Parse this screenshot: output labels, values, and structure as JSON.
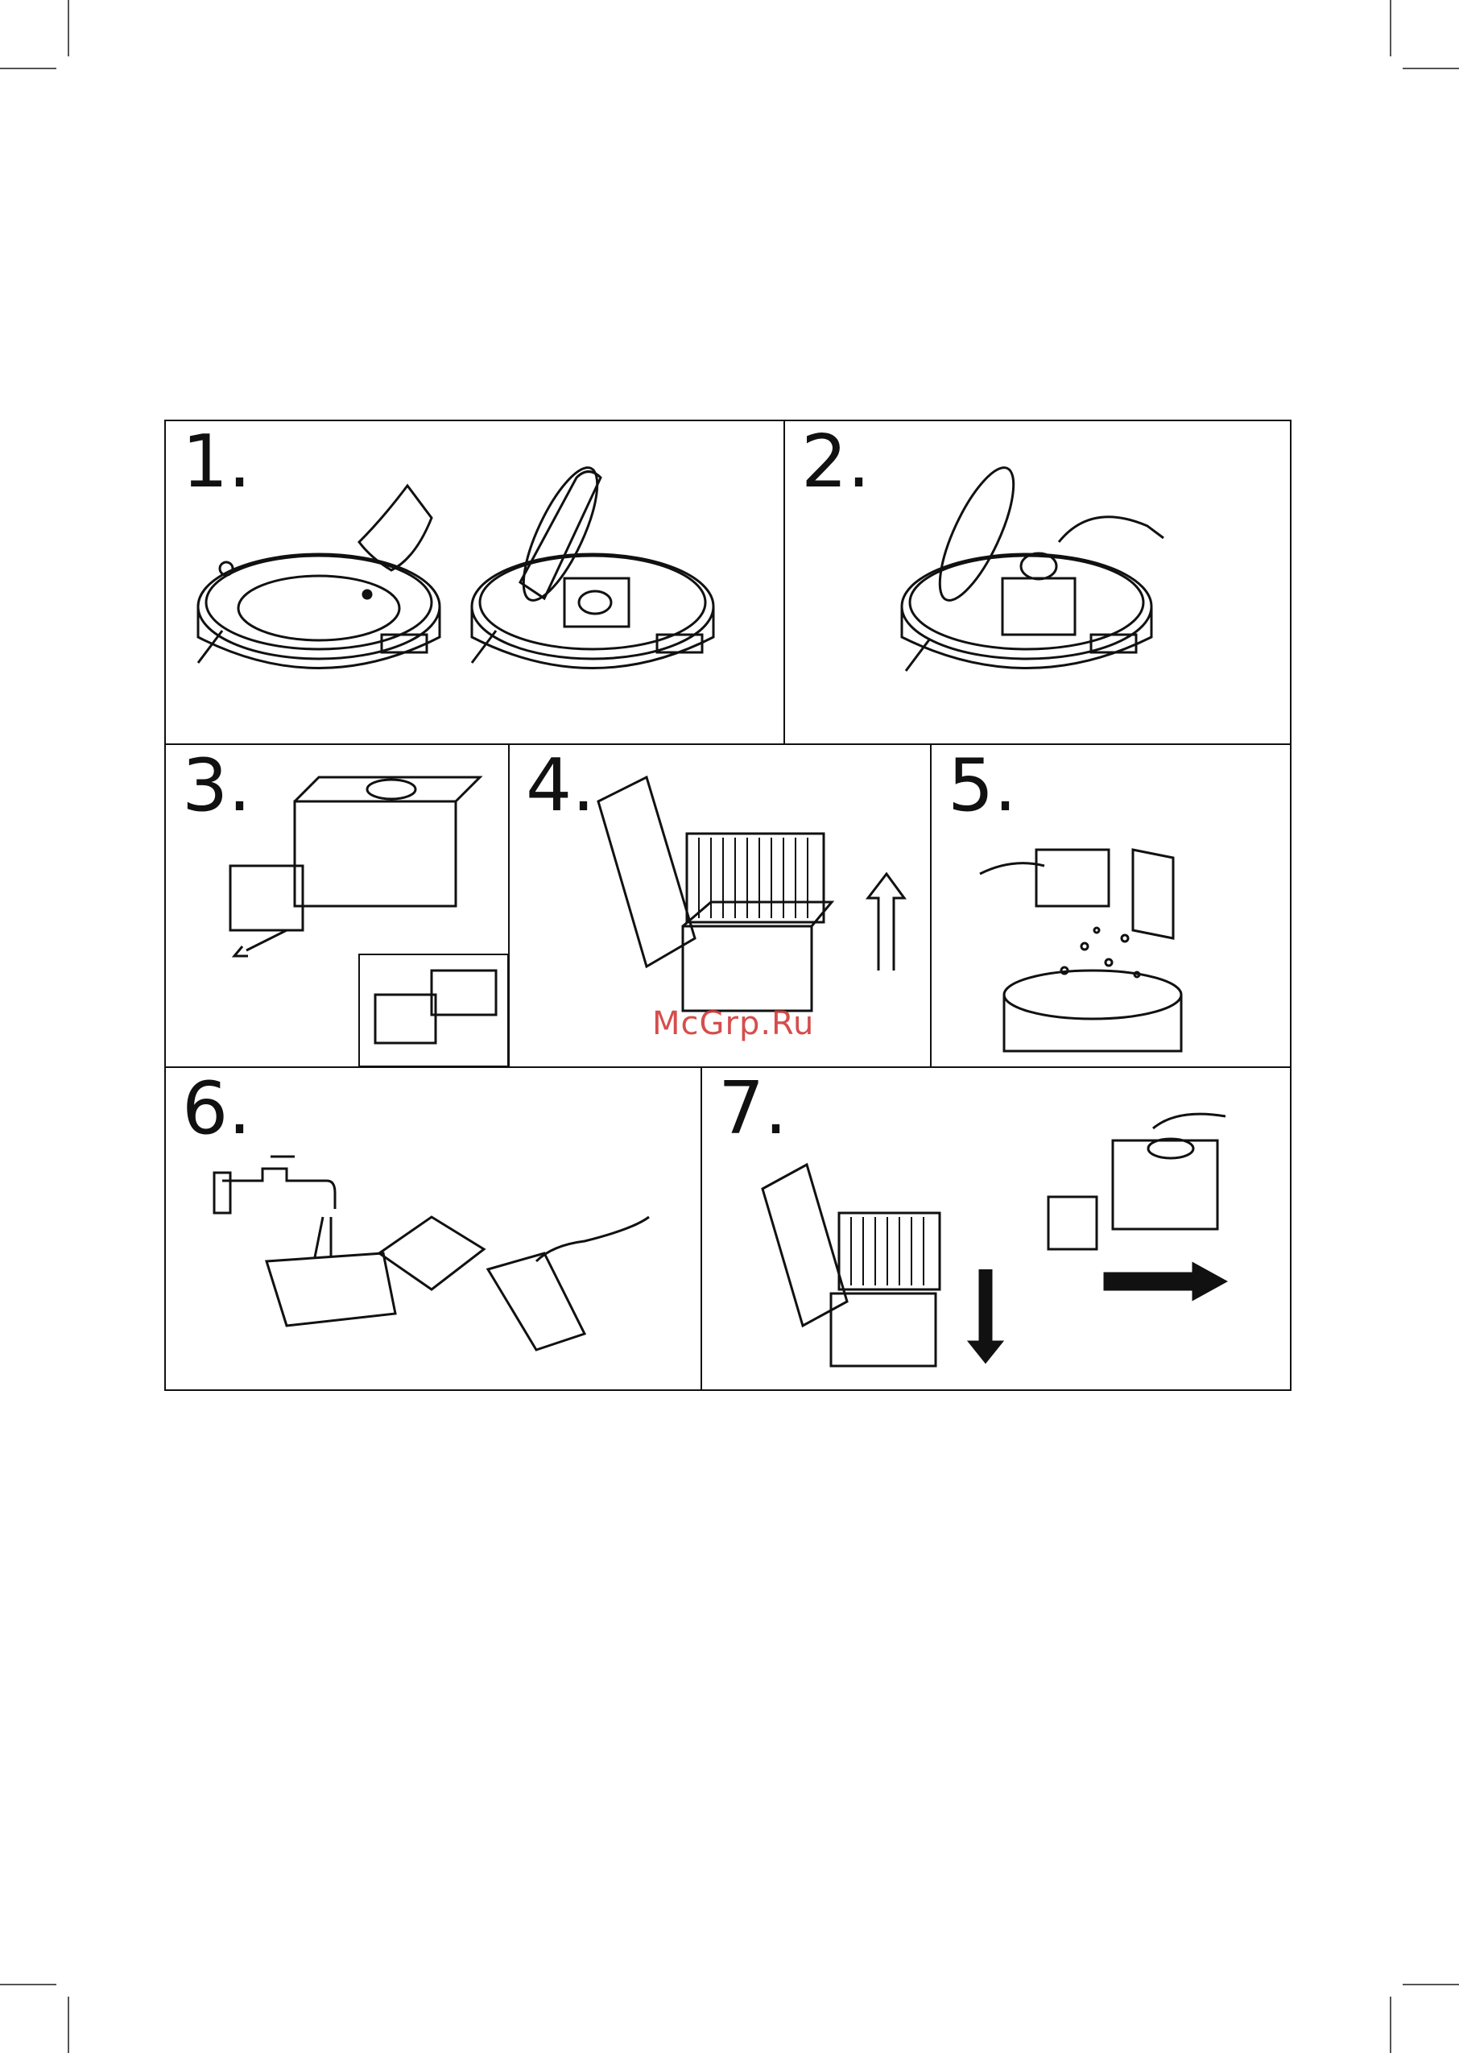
{
  "steps": [
    {
      "number": "1."
    },
    {
      "number": "2."
    },
    {
      "number": "3."
    },
    {
      "number": "4."
    },
    {
      "number": "5."
    },
    {
      "number": "6."
    },
    {
      "number": "7."
    }
  ],
  "watermark": "McGrp.Ru",
  "colors": {
    "ink": "#111111",
    "watermark": "#d23a3a"
  }
}
